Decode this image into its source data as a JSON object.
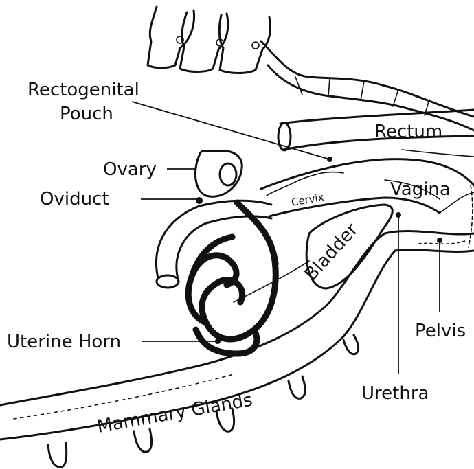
{
  "diagram": {
    "labels": {
      "rectogenital_pouch_line1": "Rectogenital",
      "rectogenital_pouch_line2": "Pouch",
      "rectum": "Rectum",
      "ovary": "Ovary",
      "oviduct": "Oviduct",
      "vagina": "Vagina",
      "cervix": "Cervix",
      "bladder": "Bladder",
      "uterine_horn": "Uterine Horn",
      "pelvis": "Pelvis",
      "urethra": "Urethra",
      "mammary_glands": "Mammary Glands"
    },
    "colors": {
      "ink": "#111111",
      "background": "#ffffff"
    }
  }
}
